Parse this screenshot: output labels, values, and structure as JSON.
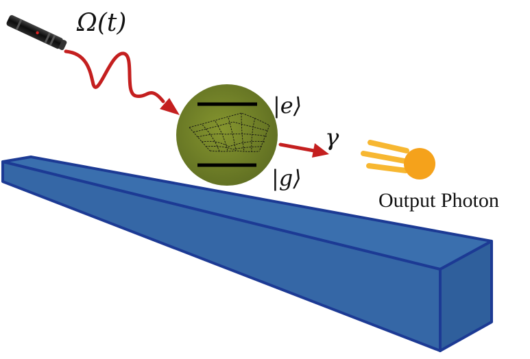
{
  "labels": {
    "drive": "Ω(t)",
    "excited_state": "|e⟩",
    "ground_state": "|g⟩",
    "decay_rate": "γ",
    "output": "Output Photon"
  },
  "colors": {
    "waveguide_fill": "#3567a6",
    "waveguide_edge": "#1c3a94",
    "emitter_fill": "#6e7d2a",
    "photon_arrow": "#c41f1f",
    "output_photon": "#f5a21b",
    "laser_body": "#1a1a1a"
  },
  "icons": {
    "laser": "laser-pointer-icon",
    "emitter": "quantum-emitter-icon",
    "photon": "photon-icon"
  }
}
